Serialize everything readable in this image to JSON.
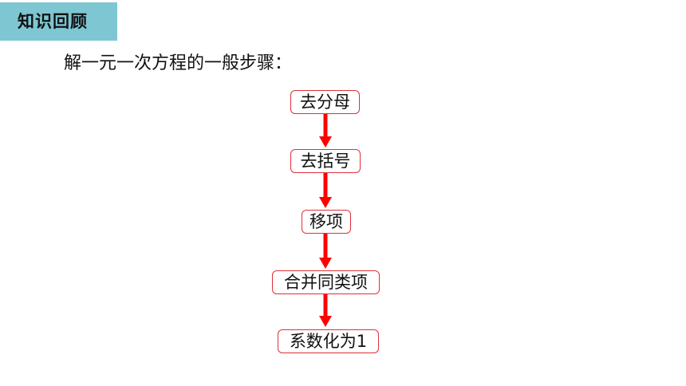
{
  "section_tag": "知识回顾",
  "heading": "解一元一次方程的一般步骤：",
  "steps": [
    "去分母",
    "去括号",
    "移项",
    "合并同类项",
    "系数化为1"
  ],
  "colors": {
    "tag_background": "#7ec6d2",
    "box_border": "#e0303a",
    "arrow": "#ff0000"
  }
}
